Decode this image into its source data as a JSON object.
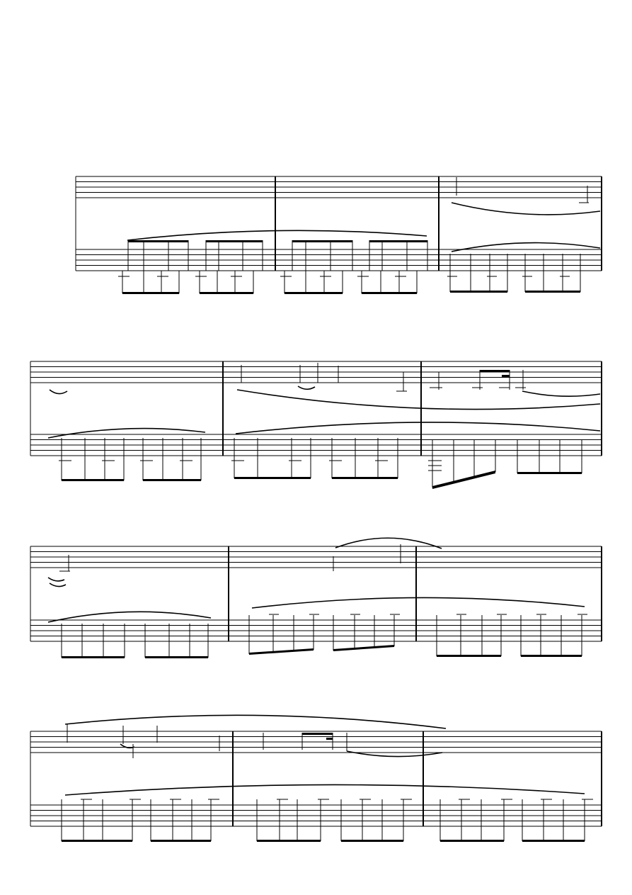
{
  "document": {
    "type": "sheet-music",
    "page": {
      "width": 893,
      "height": 1263
    },
    "systems": [
      {
        "index": 1,
        "measures": 3,
        "staves": 2
      },
      {
        "index": 2,
        "measures": 3,
        "staves": 2
      },
      {
        "index": 3,
        "measures": 3,
        "staves": 2
      },
      {
        "index": 4,
        "measures": 3,
        "staves": 2
      }
    ]
  },
  "colors": {
    "ink": "#000000",
    "paper": "#ffffff"
  }
}
